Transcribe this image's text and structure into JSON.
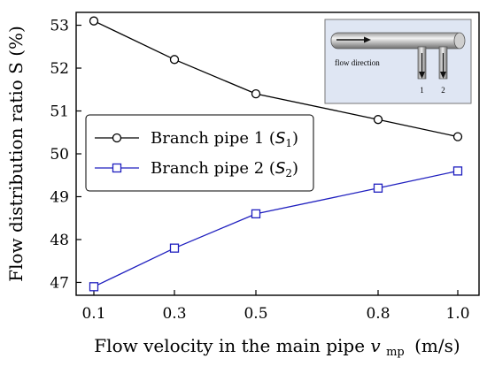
{
  "chart_data": {
    "type": "line",
    "x": [
      0.1,
      0.3,
      0.5,
      0.8,
      1.0
    ],
    "x_tick_labels": [
      "0.1",
      "0.3",
      "0.5",
      "0.8",
      "1.0"
    ],
    "xlabel": "Flow velocity in the main pipe",
    "xlabel_symbol": "v",
    "xlabel_subscript": "mp",
    "xlabel_unit": "(m/s)",
    "ylabel": "Flow distribution ratio S (%)",
    "ylim": [
      46.7,
      53.3
    ],
    "y_ticks": [
      47,
      48,
      49,
      50,
      51,
      52,
      53
    ],
    "grid": false,
    "legend_position": "left",
    "series": [
      {
        "name": "Branch pipe 1",
        "symbol": "S",
        "subscript": "1",
        "marker": "circle",
        "color": "#000000",
        "values": [
          53.1,
          52.2,
          51.4,
          50.8,
          50.4
        ]
      },
      {
        "name": "Branch pipe 2",
        "symbol": "S",
        "subscript": "2",
        "marker": "square",
        "color": "#1f1fbf",
        "values": [
          46.9,
          47.8,
          48.6,
          49.2,
          49.6
        ]
      }
    ],
    "inset": {
      "flow_label": "flow direction",
      "branch_labels": [
        "1",
        "2"
      ]
    }
  }
}
